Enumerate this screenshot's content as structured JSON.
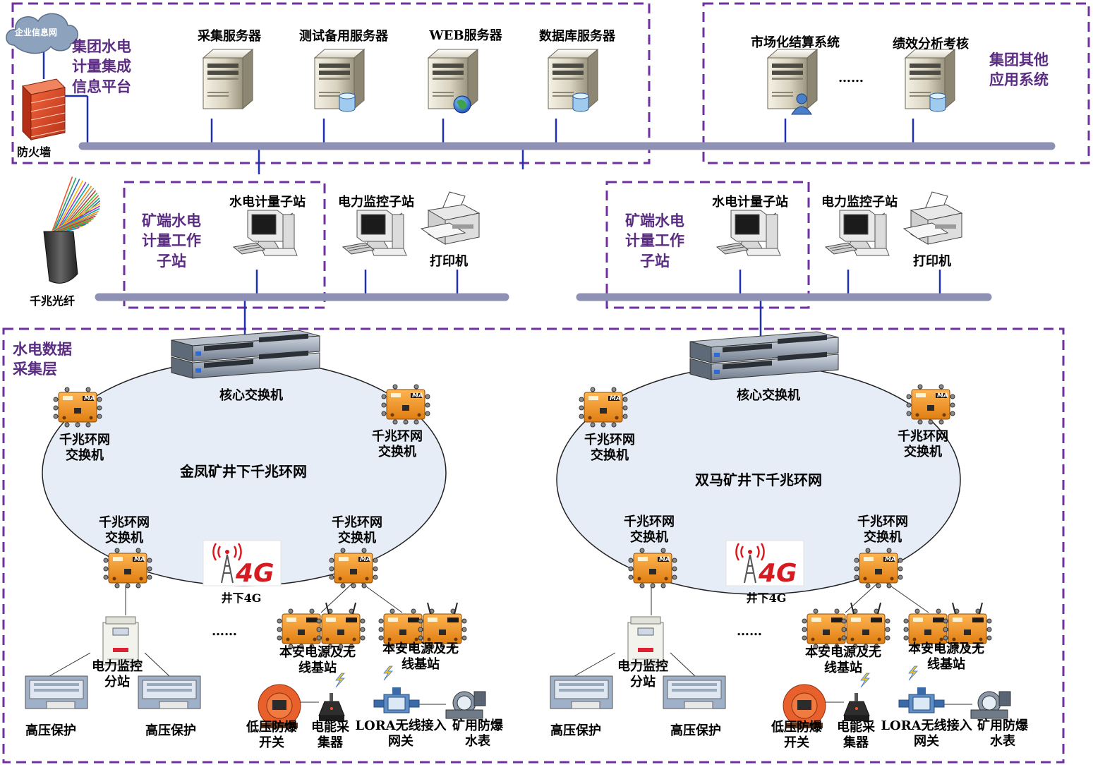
{
  "platform": {
    "cloud_label": "企业信息网",
    "title_lines": [
      "集团水电",
      "计量集成",
      "信息平台"
    ],
    "firewall_label": "防火墙",
    "servers": [
      {
        "label": "采集服务器",
        "badge": "none"
      },
      {
        "label": "测试备用服务器",
        "badge": "database"
      },
      {
        "label": "WEB服务器",
        "badge": "globe"
      },
      {
        "label": "数据库服务器",
        "badge": "database"
      }
    ]
  },
  "group_apps": {
    "title_lines": [
      "集团其他",
      "应用系统"
    ],
    "servers": [
      {
        "label": "市场化结算系统",
        "badge": "user"
      },
      {
        "label": "绩效分析考核",
        "badge": "database"
      }
    ],
    "ellipsis": "……"
  },
  "fiber_label": "千兆光纤",
  "substations": [
    {
      "title_lines": [
        "矿端水电",
        "计量工作",
        "子站"
      ],
      "hydro_label": "水电计量子站",
      "power_label": "电力监控子站",
      "printer_label": "打印机"
    },
    {
      "title_lines": [
        "矿端水电",
        "计量工作",
        "子站"
      ],
      "hydro_label": "水电计量子站",
      "power_label": "电力监控子站",
      "printer_label": "打印机"
    }
  ],
  "acquisition": {
    "title_lines": [
      "水电数据",
      "采集层"
    ],
    "rings": [
      {
        "name": "金凤矿井下千兆环网",
        "core_label": "核心交换机",
        "switch_label_lines": [
          "千兆环网",
          "交换机"
        ],
        "lte_label": "井下4G",
        "lte_badge": "4G",
        "ellipsis": "……",
        "power_station_lines": [
          "电力监控",
          "分站"
        ],
        "hv_protect_label": "高压保护",
        "base_station_lines": [
          "本安电源及无",
          "线基站"
        ],
        "lv_switch_lines": [
          "低压防爆",
          "开关"
        ],
        "energy_collector_lines": [
          "电能采",
          "集器"
        ],
        "lora_gateway_lines": [
          "LORA无线接入",
          "网关"
        ],
        "water_meter_lines": [
          "矿用防爆",
          "水表"
        ]
      },
      {
        "name": "双马矿井下千兆环网",
        "core_label": "核心交换机",
        "switch_label_lines": [
          "千兆环网",
          "交换机"
        ],
        "lte_label": "井下4G",
        "lte_badge": "4G",
        "ellipsis": "……",
        "power_station_lines": [
          "电力监控",
          "分站"
        ],
        "hv_protect_label": "高压保护",
        "base_station_lines": [
          "本安电源及无",
          "线基站"
        ],
        "lv_switch_lines": [
          "低压防爆",
          "开关"
        ],
        "energy_collector_lines": [
          "电能采",
          "集器"
        ],
        "lora_gateway_lines": [
          "LORA无线接入",
          "网关"
        ],
        "water_meter_lines": [
          "矿用防爆",
          "水表"
        ]
      }
    ]
  },
  "device_badge": "MA",
  "colors": {
    "frame": "#7030a0",
    "bus": "#8e90b4",
    "link": "#1f2fb0",
    "ring_fill": "#e6edf7",
    "switch_orange": "#f39a2e",
    "lte_red": "#d71920"
  }
}
